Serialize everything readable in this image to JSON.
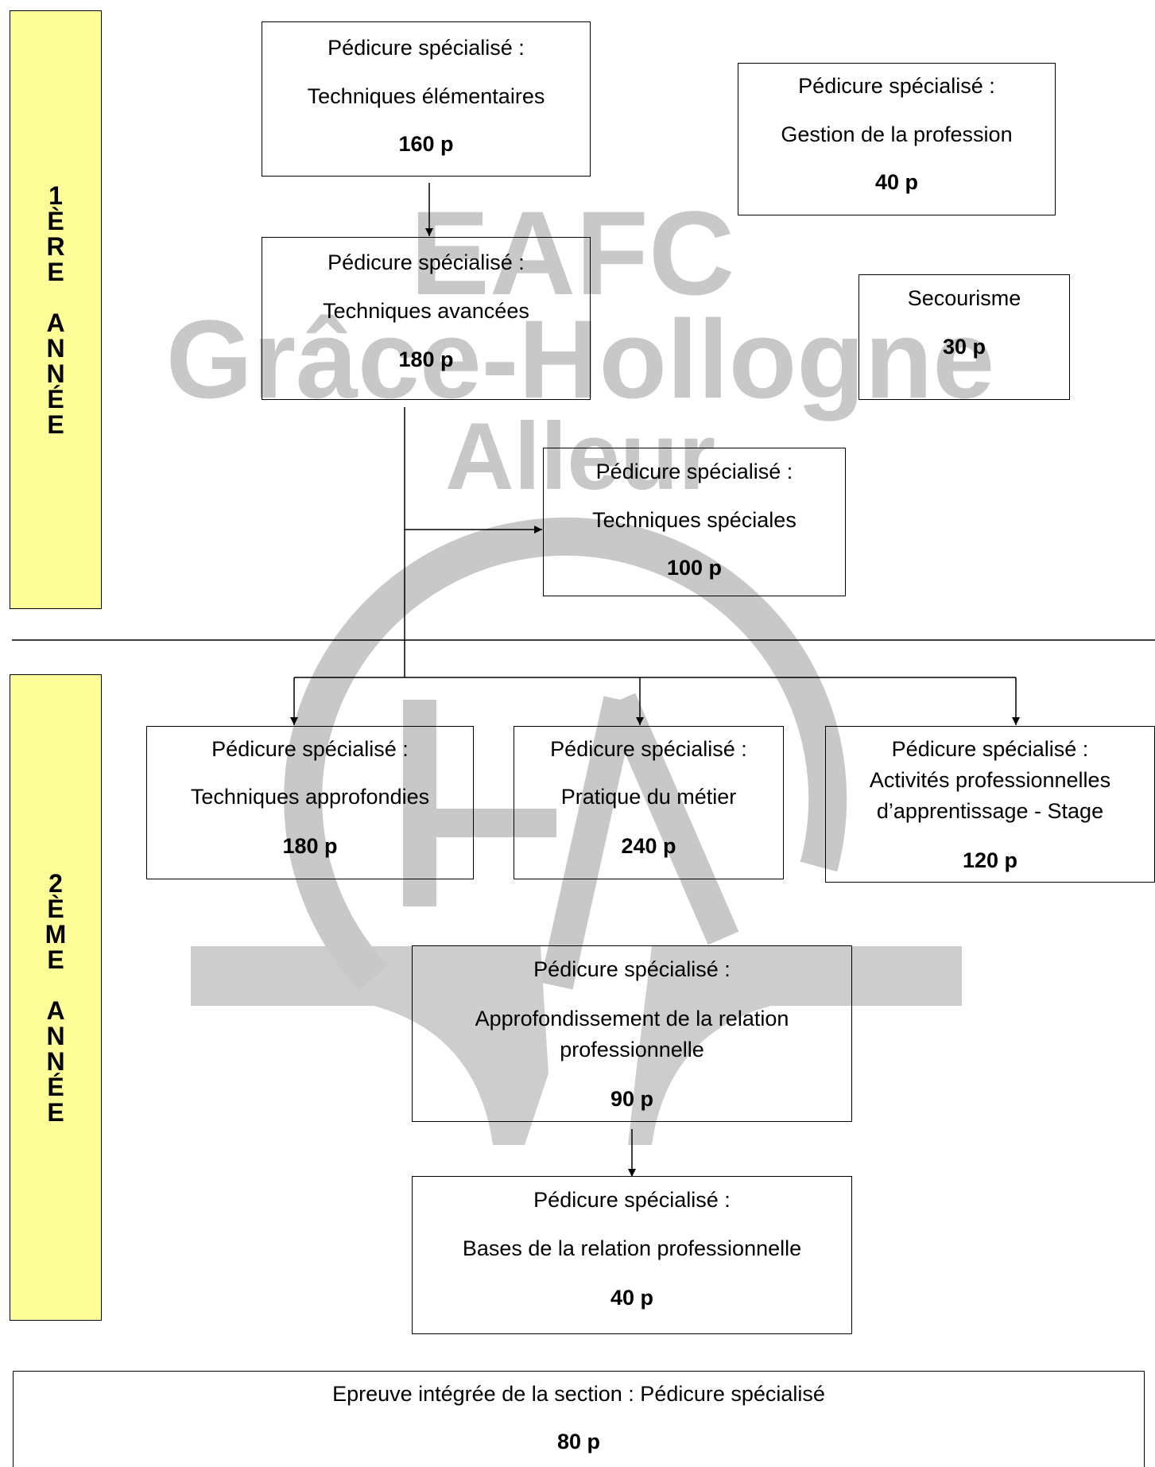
{
  "watermark": {
    "line1": "EAFC",
    "line2": "Grâce-Hollogne",
    "line3": "Alleur",
    "color": "#c8c8c8"
  },
  "year1": {
    "letters": [
      "1",
      "È",
      "R",
      "E",
      "",
      "A",
      "N",
      "N",
      "É",
      "E"
    ],
    "color": "#ffff99"
  },
  "year2": {
    "letters": [
      "2",
      "È",
      "M",
      "E",
      "",
      "A",
      "N",
      "N",
      "É",
      "E"
    ],
    "color": "#ffff99"
  },
  "modules": {
    "techniques_elementaires": {
      "prefix": "Pédicure spécialisé :",
      "name": "Techniques élémentaires",
      "periods": "160 p"
    },
    "gestion_profession": {
      "prefix": "Pédicure spécialisé :",
      "name": "Gestion de la profession",
      "periods": "40 p"
    },
    "techniques_avancees": {
      "prefix": "Pédicure spécialisé :",
      "name": "Techniques avancées",
      "periods": "180 p"
    },
    "secourisme": {
      "name": "Secourisme",
      "periods": "30 p"
    },
    "techniques_speciales": {
      "prefix": "Pédicure spécialisé :",
      "name": "Techniques spéciales",
      "periods": "100 p"
    },
    "techniques_approfondies": {
      "prefix": "Pédicure spécialisé :",
      "name": "Techniques approfondies",
      "periods": "180 p"
    },
    "pratique_metier": {
      "prefix": "Pédicure spécialisé :",
      "name": "Pratique du métier",
      "periods": "240 p"
    },
    "activites_pro": {
      "prefix": "Pédicure spécialisé :",
      "name_line1": "Activités professionnelles",
      "name_line2": "d’apprentissage - Stage",
      "periods": "120 p"
    },
    "approfondissement_relation": {
      "prefix": "Pédicure spécialisé :",
      "name_line1": "Approfondissement de la relation",
      "name_line2": "professionnelle",
      "periods": "90 p"
    },
    "bases_relation": {
      "prefix": "Pédicure spécialisé :",
      "name": "Bases de la relation professionnelle",
      "periods": "40 p"
    },
    "epreuve_integree": {
      "name": "Epreuve intégrée de la section : Pédicure spécialisé",
      "periods": "80 p"
    }
  }
}
